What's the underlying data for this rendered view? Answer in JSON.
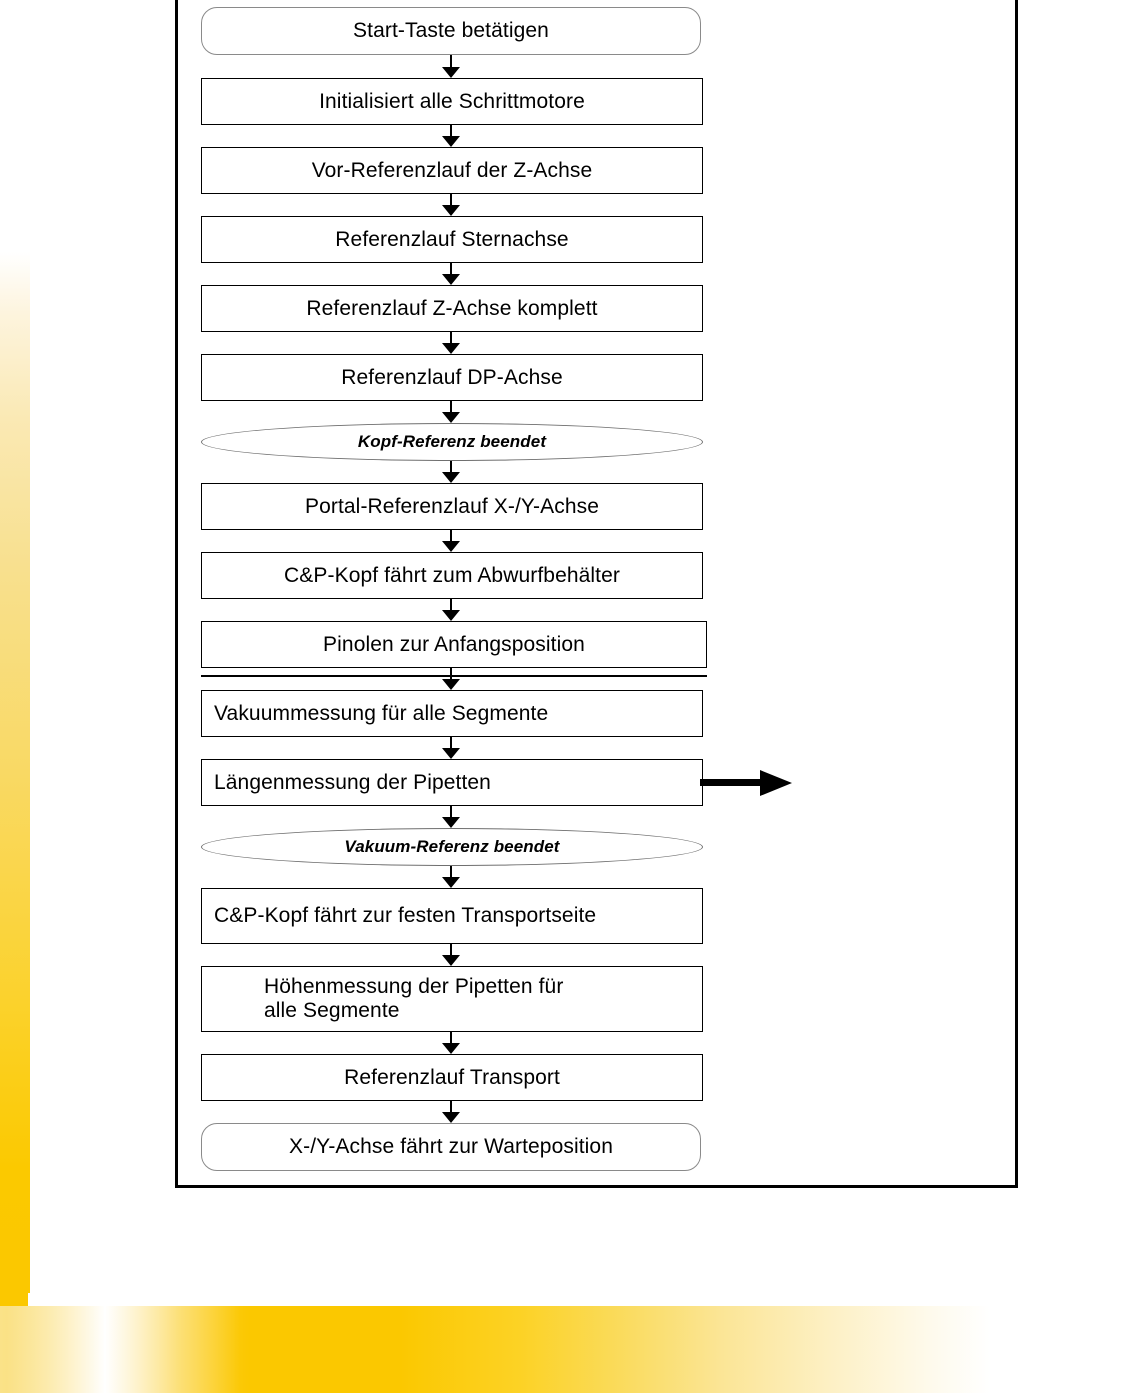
{
  "diagram": {
    "type": "flowchart",
    "language": "de",
    "orientation": "top-to-bottom",
    "nodes": [
      {
        "id": "n1",
        "shape": "terminator",
        "label": "Start-Taste betätigen"
      },
      {
        "id": "n2",
        "shape": "process",
        "label": "Initialisiert alle Schrittmotore"
      },
      {
        "id": "n3",
        "shape": "process",
        "label": "Vor-Referenzlauf der Z-Achse"
      },
      {
        "id": "n4",
        "shape": "process",
        "label": "Referenzlauf Sternachse"
      },
      {
        "id": "n5",
        "shape": "process",
        "label": "Referenzlauf Z-Achse komplett"
      },
      {
        "id": "n6",
        "shape": "process",
        "label": "Referenzlauf DP-Achse"
      },
      {
        "id": "n7",
        "shape": "ellipse",
        "label": "Kopf-Referenz beendet"
      },
      {
        "id": "n8",
        "shape": "process",
        "label": "Portal-Referenzlauf X-/Y-Achse"
      },
      {
        "id": "n9",
        "shape": "process",
        "label": "C&P-Kopf fährt zum Abwurfbehälter"
      },
      {
        "id": "n10",
        "shape": "process",
        "label": "Pinolen zur Anfangsposition"
      },
      {
        "id": "n11",
        "shape": "process",
        "label": "Vakuummessung für alle Segmente"
      },
      {
        "id": "n12",
        "shape": "process",
        "label": "Längenmessung der Pipetten"
      },
      {
        "id": "n13",
        "shape": "ellipse",
        "label": "Vakuum-Referenz beendet"
      },
      {
        "id": "n14",
        "shape": "process",
        "label": "C&P-Kopf fährt zur festen Transportseite"
      },
      {
        "id": "n15",
        "shape": "process",
        "label": "Höhenmessung der Pipetten für alle Segmente"
      },
      {
        "id": "n16",
        "shape": "process",
        "label": "Referenzlauf Transport"
      },
      {
        "id": "n17",
        "shape": "terminator",
        "label": "X-/Y-Achse fährt zur Warteposition"
      }
    ],
    "edges": [
      {
        "from": "n1",
        "to": "n2",
        "kind": "down-arrow"
      },
      {
        "from": "n2",
        "to": "n3",
        "kind": "down-arrow"
      },
      {
        "from": "n3",
        "to": "n4",
        "kind": "down-arrow"
      },
      {
        "from": "n4",
        "to": "n5",
        "kind": "down-arrow"
      },
      {
        "from": "n5",
        "to": "n6",
        "kind": "down-arrow"
      },
      {
        "from": "n6",
        "to": "n7",
        "kind": "down-arrow"
      },
      {
        "from": "n7",
        "to": "n8",
        "kind": "down-arrow"
      },
      {
        "from": "n8",
        "to": "n9",
        "kind": "down-arrow"
      },
      {
        "from": "n9",
        "to": "n10",
        "kind": "down-arrow"
      },
      {
        "from": "n10",
        "to": "n11",
        "kind": "down-arrow"
      },
      {
        "from": "n11",
        "to": "n12",
        "kind": "down-arrow"
      },
      {
        "from": "n12",
        "to": "n13",
        "kind": "down-arrow"
      },
      {
        "from": "n13",
        "to": "n14",
        "kind": "down-arrow"
      },
      {
        "from": "n14",
        "to": "n15",
        "kind": "down-arrow"
      },
      {
        "from": "n15",
        "to": "n16",
        "kind": "down-arrow"
      },
      {
        "from": "n16",
        "to": "n17",
        "kind": "down-arrow"
      },
      {
        "from": "n12",
        "to": null,
        "kind": "right-arrow-exit"
      }
    ]
  },
  "colors": {
    "frame_border": "#000000",
    "box_border": "#000000",
    "terminator_border": "#8a8a8a",
    "ellipse_border": "#6f6f6f",
    "text": "#000000",
    "accent_yellow": "#fbc800",
    "page_background": "#ffffff"
  }
}
